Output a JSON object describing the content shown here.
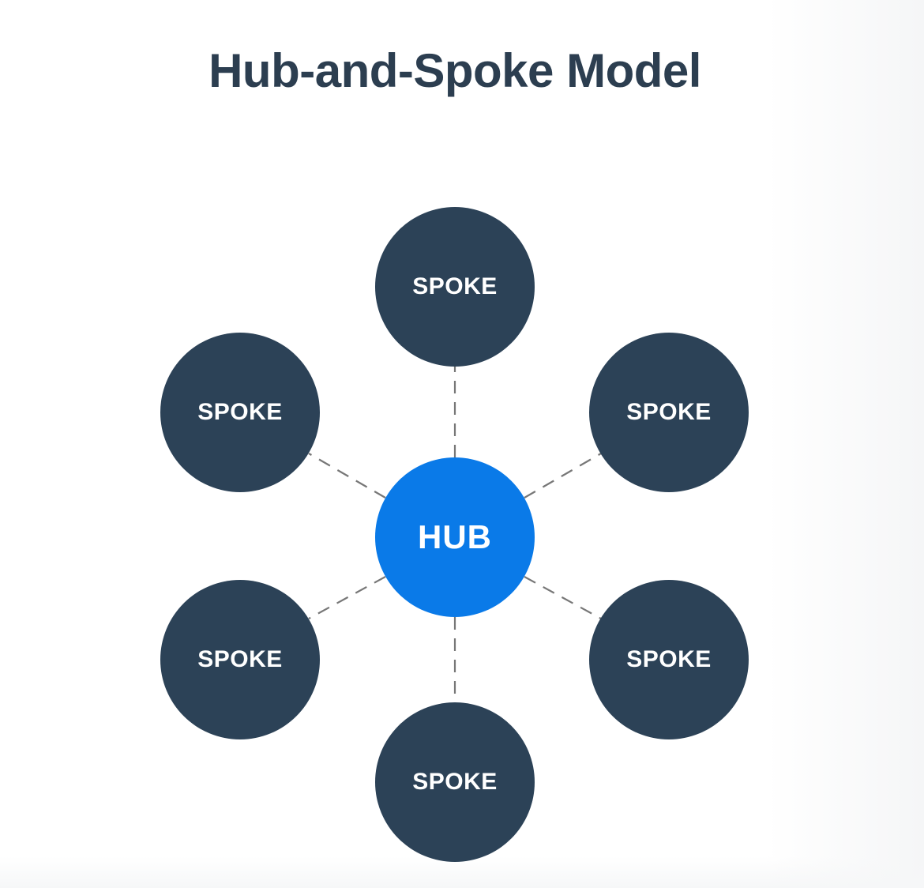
{
  "title": "Hub-and-Spoke Model",
  "colors": {
    "title": "#2c3e50",
    "hub": "#0a7ae8",
    "spoke": "#2c4257",
    "connector": "#777777",
    "node_text": "#ffffff"
  },
  "hub": {
    "label": "HUB"
  },
  "spokes": [
    {
      "position": "top",
      "label": "SPOKE"
    },
    {
      "position": "upper-left",
      "label": "SPOKE"
    },
    {
      "position": "upper-right",
      "label": "SPOKE"
    },
    {
      "position": "lower-left",
      "label": "SPOKE"
    },
    {
      "position": "lower-right",
      "label": "SPOKE"
    },
    {
      "position": "bottom",
      "label": "SPOKE"
    }
  ],
  "connectors": {
    "style": "dashed",
    "count": 6
  }
}
